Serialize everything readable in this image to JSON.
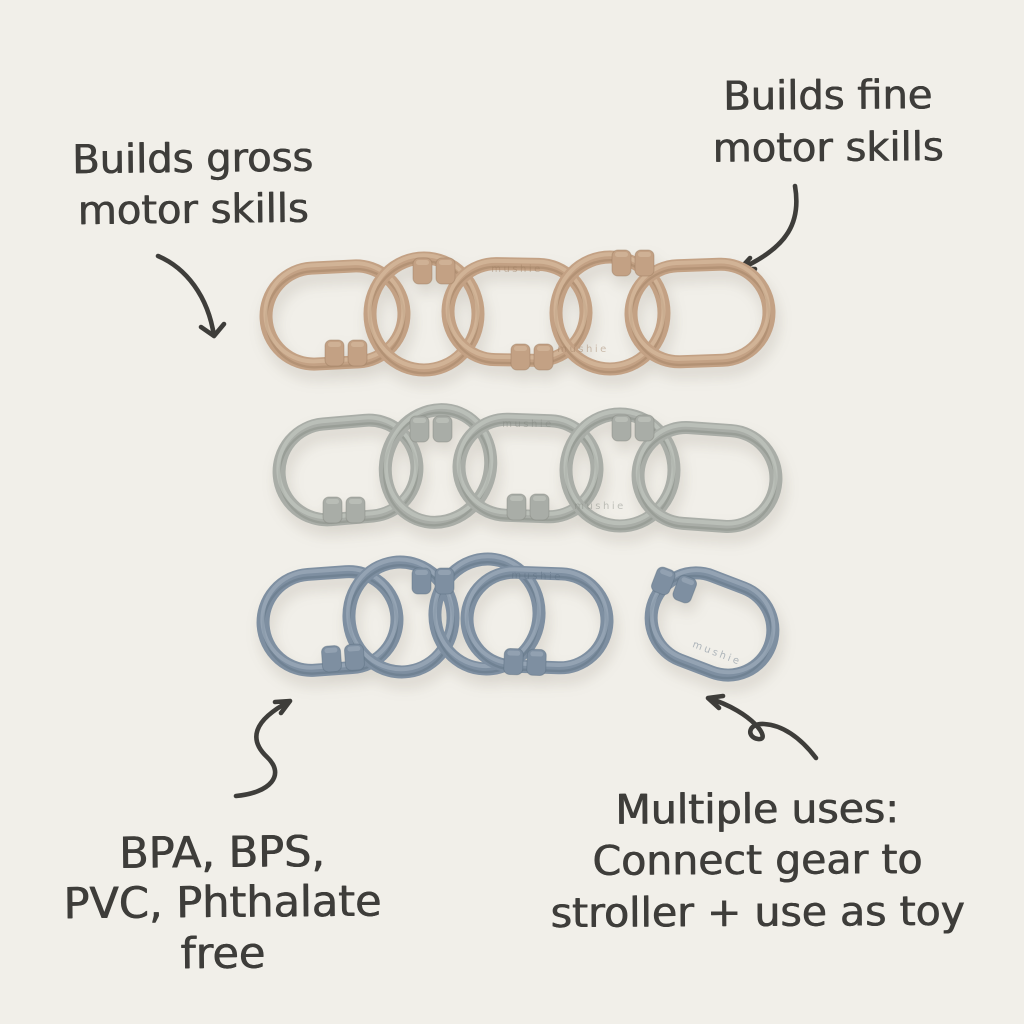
{
  "page": {
    "background": "#f1efe9",
    "ink": "#3e3d3a",
    "type": "product-infographic"
  },
  "annotations": {
    "top_left": {
      "lines": [
        "Builds gross",
        "motor skills"
      ]
    },
    "top_right": {
      "lines": [
        "Builds fine",
        "motor skills"
      ]
    },
    "bottom_left": {
      "lines": [
        "BPA, BPS,",
        "PVC, Phthalate",
        "free"
      ]
    },
    "bottom_right": {
      "lines": [
        "Multiple uses:",
        "Connect gear to",
        "stroller + use as toy"
      ]
    }
  },
  "arrows": [
    {
      "name": "arrow-top-left",
      "points_to": "tan chain",
      "direction": "curves down-right"
    },
    {
      "name": "arrow-top-right",
      "points_to": "tan chain",
      "direction": "curves down-left"
    },
    {
      "name": "arrow-bottom-left",
      "points_to": "blue chain",
      "direction": "s-curve up-right"
    },
    {
      "name": "arrow-bottom-right",
      "points_to": "loose blue link",
      "direction": "loop up-left"
    }
  ],
  "product": {
    "name": "chain link set",
    "brand_embossing": "mushie",
    "rows": [
      {
        "color_name": "tan",
        "color": "#c3a184",
        "light": "#dcc2a6",
        "dark": "#9c7c60",
        "links_chained": 5,
        "links_loose": 0
      },
      {
        "color_name": "sage-gray",
        "color": "#a9ada7",
        "light": "#c9cdc6",
        "dark": "#82867f",
        "links_chained": 5,
        "links_loose": 0
      },
      {
        "color_name": "steel-blue",
        "color": "#7e8fa1",
        "light": "#a6b4c2",
        "dark": "#5c6e80",
        "links_chained": 4,
        "links_loose": 1
      }
    ]
  }
}
